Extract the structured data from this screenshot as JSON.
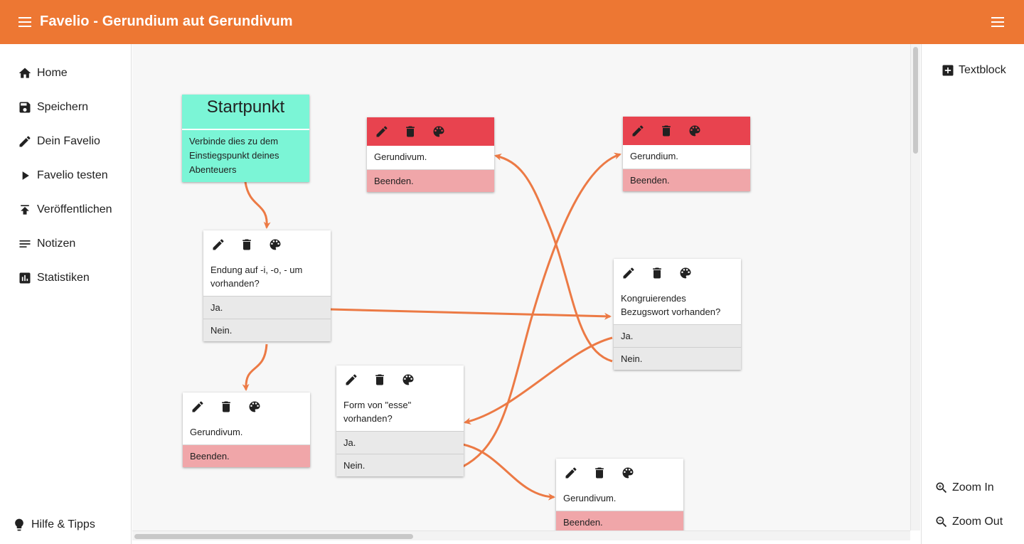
{
  "app": {
    "title": "Favelio - Gerundium aut Gerundivum"
  },
  "sidebar": {
    "items": [
      {
        "label": "Home",
        "icon": "home-icon"
      },
      {
        "label": "Speichern",
        "icon": "save-icon"
      },
      {
        "label": "Dein Favelio",
        "icon": "pencil-icon"
      },
      {
        "label": "Favelio testen",
        "icon": "play-icon"
      },
      {
        "label": "Veröffentlichen",
        "icon": "publish-icon"
      },
      {
        "label": "Notizen",
        "icon": "notes-icon"
      },
      {
        "label": "Statistiken",
        "icon": "stats-icon"
      }
    ],
    "help": {
      "label": "Hilfe & Tipps",
      "icon": "lightbulb-icon"
    }
  },
  "right_panel": {
    "textblock_label": "Textblock",
    "zoom_in_label": "Zoom In",
    "zoom_out_label": "Zoom Out"
  },
  "canvas": {
    "start": {
      "title": "Startpunkt",
      "text": "Verbinde dies zu dem Einstiegspunkt deines Abenteuers"
    },
    "nodes": [
      {
        "id": "n1",
        "text": "Endung auf -i, -o, - um vorhanden?",
        "options": [
          "Ja.",
          "Nein."
        ],
        "terminal": false
      },
      {
        "id": "n2",
        "text": "Gerundivum.",
        "options": [
          "Beenden."
        ],
        "terminal": true
      },
      {
        "id": "n3",
        "text": "Gerundium.",
        "options": [
          "Beenden."
        ],
        "terminal": true
      },
      {
        "id": "n4",
        "text": "Kongruierendes Bezugswort vorhanden?",
        "options": [
          "Ja.",
          "Nein."
        ],
        "terminal": false
      },
      {
        "id": "n5",
        "text": "Gerundivum.",
        "options": [
          "Beenden."
        ],
        "terminal": true
      },
      {
        "id": "n6",
        "text": "Form von \"esse\" vorhanden?",
        "options": [
          "Ja.",
          "Nein."
        ],
        "terminal": false
      },
      {
        "id": "n7",
        "text": "Gerundivum.",
        "options": [
          "Beenden."
        ],
        "terminal": true
      }
    ]
  },
  "colors": {
    "header": "#ed7733",
    "edge": "#ec7a45",
    "start_node": "#7bf5d6",
    "terminal_toolbar": "#e8434f",
    "terminal_option": "#f0a6a9",
    "option_bg": "#e9e9e9"
  }
}
